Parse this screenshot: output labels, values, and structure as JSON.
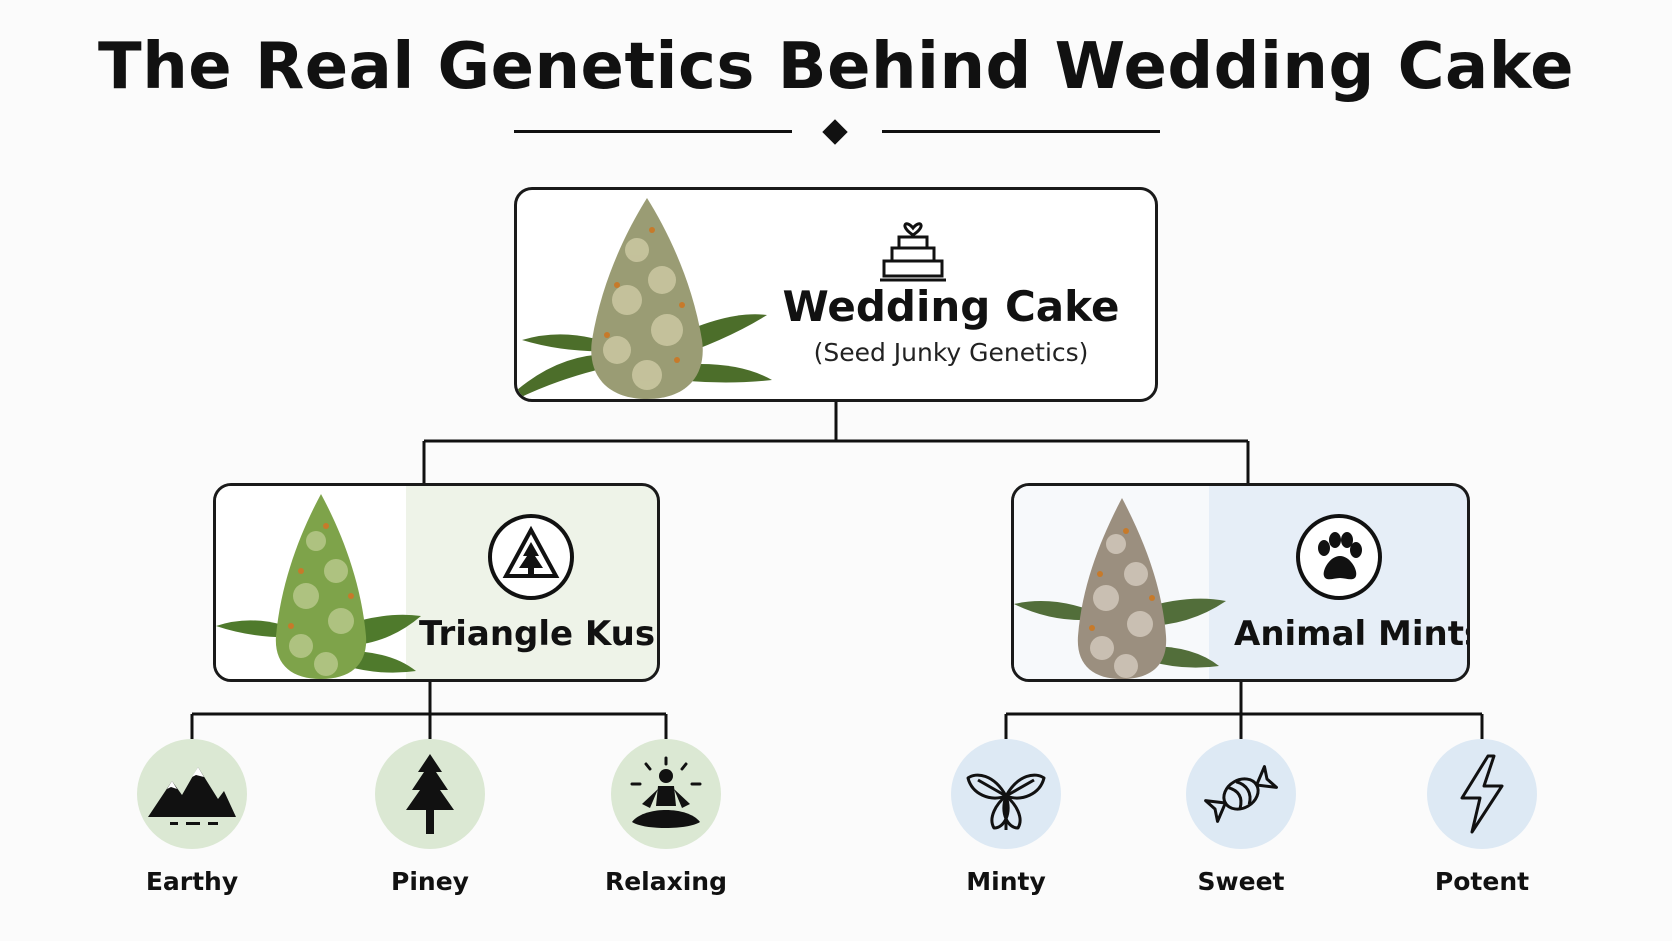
{
  "title": "The Real Genetics Behind Wedding Cake",
  "colors": {
    "line": "#111111",
    "left_tint": "#eef3e8",
    "right_tint": "#e6eef7",
    "green_circle": "#dbe8d3",
    "blue_circle": "#dde9f4"
  },
  "root": {
    "name": "Wedding Cake",
    "breeder": "(Seed Junky Genetics)",
    "icon": "wedding-cake-icon"
  },
  "parents": [
    {
      "name": "Triangle Kush",
      "icon": "triangle-tree-icon",
      "traits": [
        {
          "label": "Earthy",
          "icon": "mountains-icon"
        },
        {
          "label": "Piney",
          "icon": "pine-tree-icon"
        },
        {
          "label": "Relaxing",
          "icon": "meditation-icon"
        }
      ]
    },
    {
      "name": "Animal Mints",
      "icon": "paw-print-icon",
      "traits": [
        {
          "label": "Minty",
          "icon": "mint-leaves-icon"
        },
        {
          "label": "Sweet",
          "icon": "candy-icon"
        },
        {
          "label": "Potent",
          "icon": "lightning-bolt-icon"
        }
      ]
    }
  ]
}
